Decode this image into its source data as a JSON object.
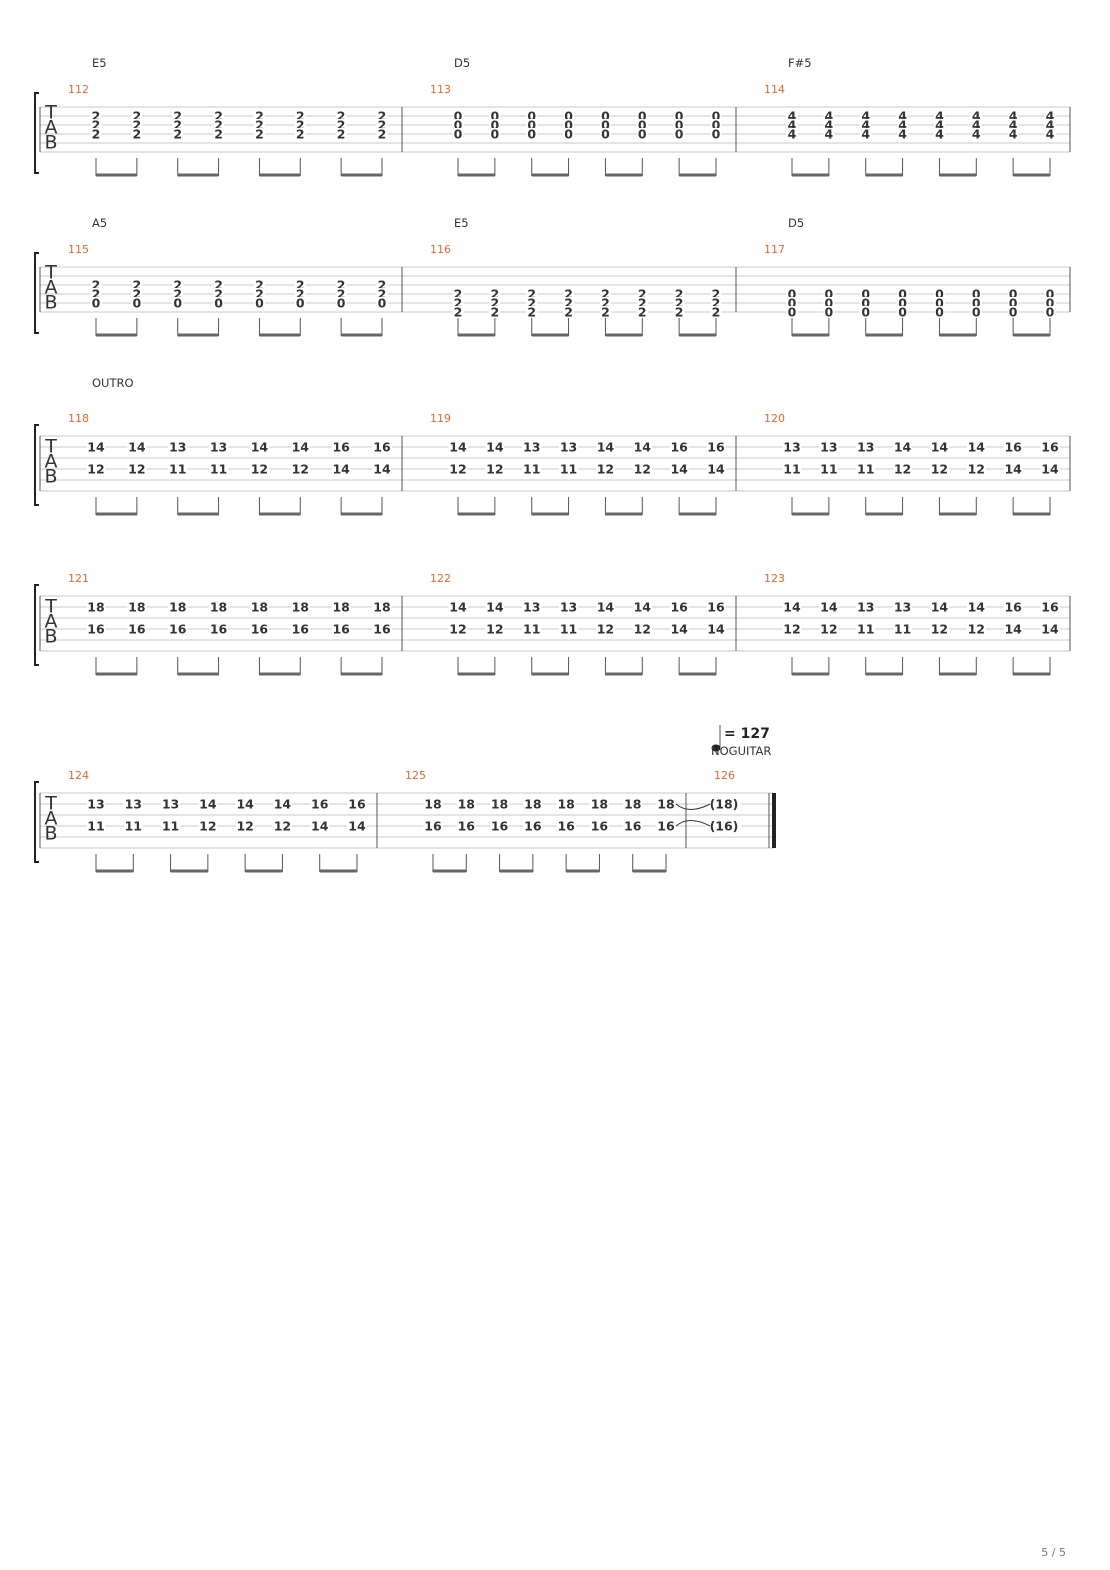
{
  "page_number": "5 / 5",
  "tab_letters": [
    "T",
    "A",
    "B"
  ],
  "tempo": {
    "value": "= 127",
    "instrument": "NOGUITAR"
  },
  "systems": [
    {
      "strings": [
        2,
        3,
        4
      ],
      "measures": [
        {
          "number": "112",
          "chord": "E5",
          "frets": [
            [
              "2",
              "2",
              "2"
            ],
            [
              "2",
              "2",
              "2"
            ],
            [
              "2",
              "2",
              "2"
            ],
            [
              "2",
              "2",
              "2"
            ],
            [
              "2",
              "2",
              "2"
            ],
            [
              "2",
              "2",
              "2"
            ],
            [
              "2",
              "2",
              "2"
            ],
            [
              "2",
              "2",
              "2"
            ]
          ]
        },
        {
          "number": "113",
          "chord": "D5",
          "frets": [
            [
              "0",
              "0",
              "0"
            ],
            [
              "0",
              "0",
              "0"
            ],
            [
              "0",
              "0",
              "0"
            ],
            [
              "0",
              "0",
              "0"
            ],
            [
              "0",
              "0",
              "0"
            ],
            [
              "0",
              "0",
              "0"
            ],
            [
              "0",
              "0",
              "0"
            ],
            [
              "0",
              "0",
              "0"
            ]
          ]
        },
        {
          "number": "114",
          "chord": "F#5",
          "frets": [
            [
              "4",
              "4",
              "4"
            ],
            [
              "4",
              "4",
              "4"
            ],
            [
              "4",
              "4",
              "4"
            ],
            [
              "4",
              "4",
              "4"
            ],
            [
              "4",
              "4",
              "4"
            ],
            [
              "4",
              "4",
              "4"
            ],
            [
              "4",
              "4",
              "4"
            ],
            [
              "4",
              "4",
              "4"
            ]
          ]
        }
      ]
    },
    {
      "strings": [
        3,
        4,
        5
      ],
      "measures": [
        {
          "number": "115",
          "chord": "A5",
          "frets": [
            [
              "2",
              "2",
              "0"
            ],
            [
              "2",
              "2",
              "0"
            ],
            [
              "2",
              "2",
              "0"
            ],
            [
              "2",
              "2",
              "0"
            ],
            [
              "2",
              "2",
              "0"
            ],
            [
              "2",
              "2",
              "0"
            ],
            [
              "2",
              "2",
              "0"
            ],
            [
              "2",
              "2",
              "0"
            ]
          ]
        },
        {
          "number": "116",
          "chord": "E5",
          "strings": [
            4,
            5,
            6
          ],
          "frets": [
            [
              "2",
              "2",
              "2"
            ],
            [
              "2",
              "2",
              "2"
            ],
            [
              "2",
              "2",
              "2"
            ],
            [
              "2",
              "2",
              "2"
            ],
            [
              "2",
              "2",
              "2"
            ],
            [
              "2",
              "2",
              "2"
            ],
            [
              "2",
              "2",
              "2"
            ],
            [
              "2",
              "2",
              "2"
            ]
          ]
        },
        {
          "number": "117",
          "chord": "D5",
          "strings": [
            4,
            5,
            6
          ],
          "frets": [
            [
              "0",
              "0",
              "0"
            ],
            [
              "0",
              "0",
              "0"
            ],
            [
              "0",
              "0",
              "0"
            ],
            [
              "0",
              "0",
              "0"
            ],
            [
              "0",
              "0",
              "0"
            ],
            [
              "0",
              "0",
              "0"
            ],
            [
              "0",
              "0",
              "0"
            ],
            [
              "0",
              "0",
              "0"
            ]
          ]
        }
      ]
    },
    {
      "section": "OUTRO",
      "strings": [
        2,
        4
      ],
      "measures": [
        {
          "number": "118",
          "frets": [
            [
              "14",
              "12"
            ],
            [
              "14",
              "12"
            ],
            [
              "13",
              "11"
            ],
            [
              "13",
              "11"
            ],
            [
              "14",
              "12"
            ],
            [
              "14",
              "12"
            ],
            [
              "16",
              "14"
            ],
            [
              "16",
              "14"
            ]
          ]
        },
        {
          "number": "119",
          "frets": [
            [
              "14",
              "12"
            ],
            [
              "14",
              "12"
            ],
            [
              "13",
              "11"
            ],
            [
              "13",
              "11"
            ],
            [
              "14",
              "12"
            ],
            [
              "14",
              "12"
            ],
            [
              "16",
              "14"
            ],
            [
              "16",
              "14"
            ]
          ]
        },
        {
          "number": "120",
          "frets": [
            [
              "13",
              "11"
            ],
            [
              "13",
              "11"
            ],
            [
              "13",
              "11"
            ],
            [
              "14",
              "12"
            ],
            [
              "14",
              "12"
            ],
            [
              "14",
              "12"
            ],
            [
              "16",
              "14"
            ],
            [
              "16",
              "14"
            ]
          ]
        }
      ]
    },
    {
      "strings": [
        2,
        4
      ],
      "measures": [
        {
          "number": "121",
          "frets": [
            [
              "18",
              "16"
            ],
            [
              "18",
              "16"
            ],
            [
              "18",
              "16"
            ],
            [
              "18",
              "16"
            ],
            [
              "18",
              "16"
            ],
            [
              "18",
              "16"
            ],
            [
              "18",
              "16"
            ],
            [
              "18",
              "16"
            ]
          ]
        },
        {
          "number": "122",
          "frets": [
            [
              "14",
              "12"
            ],
            [
              "14",
              "12"
            ],
            [
              "13",
              "11"
            ],
            [
              "13",
              "11"
            ],
            [
              "14",
              "12"
            ],
            [
              "14",
              "12"
            ],
            [
              "16",
              "14"
            ],
            [
              "16",
              "14"
            ]
          ]
        },
        {
          "number": "123",
          "frets": [
            [
              "14",
              "12"
            ],
            [
              "14",
              "12"
            ],
            [
              "13",
              "11"
            ],
            [
              "13",
              "11"
            ],
            [
              "14",
              "12"
            ],
            [
              "14",
              "12"
            ],
            [
              "16",
              "14"
            ],
            [
              "16",
              "14"
            ]
          ]
        }
      ]
    },
    {
      "strings": [
        2,
        4
      ],
      "measures": [
        {
          "number": "124",
          "frets": [
            [
              "13",
              "11"
            ],
            [
              "13",
              "11"
            ],
            [
              "13",
              "11"
            ],
            [
              "14",
              "12"
            ],
            [
              "14",
              "12"
            ],
            [
              "14",
              "12"
            ],
            [
              "16",
              "14"
            ],
            [
              "16",
              "14"
            ]
          ]
        },
        {
          "number": "125",
          "frets": [
            [
              "18",
              "16"
            ],
            [
              "18",
              "16"
            ],
            [
              "18",
              "16"
            ],
            [
              "18",
              "16"
            ],
            [
              "18",
              "16"
            ],
            [
              "18",
              "16"
            ],
            [
              "18",
              "16"
            ],
            [
              "18",
              "16"
            ]
          ]
        },
        {
          "number": "126",
          "frets": [
            [
              "(18)",
              "(16)"
            ]
          ],
          "tied": true
        }
      ]
    }
  ]
}
